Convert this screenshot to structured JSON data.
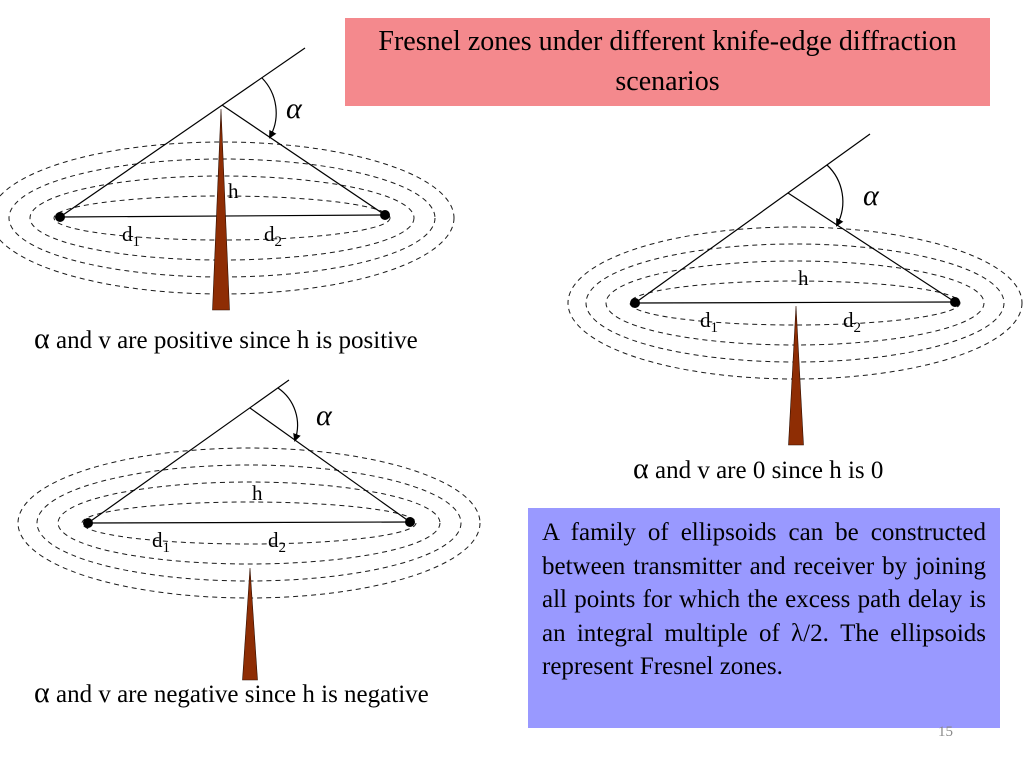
{
  "slide": {
    "title": "Fresnel zones under different knife-edge diffraction scenarios",
    "page_number": "15"
  },
  "labels": {
    "alpha": "α",
    "h": "h",
    "d_base": "d",
    "d1_sub": "1",
    "d2_sub": "2"
  },
  "captions": {
    "positive": {
      "symbol": "α",
      "rest": " and v are positive since h is positive"
    },
    "zero": {
      "symbol": "α",
      "rest": " and v are 0 since h is 0"
    },
    "negative": {
      "symbol": "α",
      "rest": " and v are negative since h is negative"
    }
  },
  "infobox": {
    "text": "A family of ellipsoids can be constructed between transmitter and receiver by joining all points for which the excess path delay is an integral multiple of λ/2. The ellipsoids represent Fresnel zones."
  },
  "colors": {
    "title_bg": "#f4898d",
    "infobox_bg": "#9999ff",
    "knife_edge": "#8e2d04",
    "page_number": "#8a8a8a"
  }
}
